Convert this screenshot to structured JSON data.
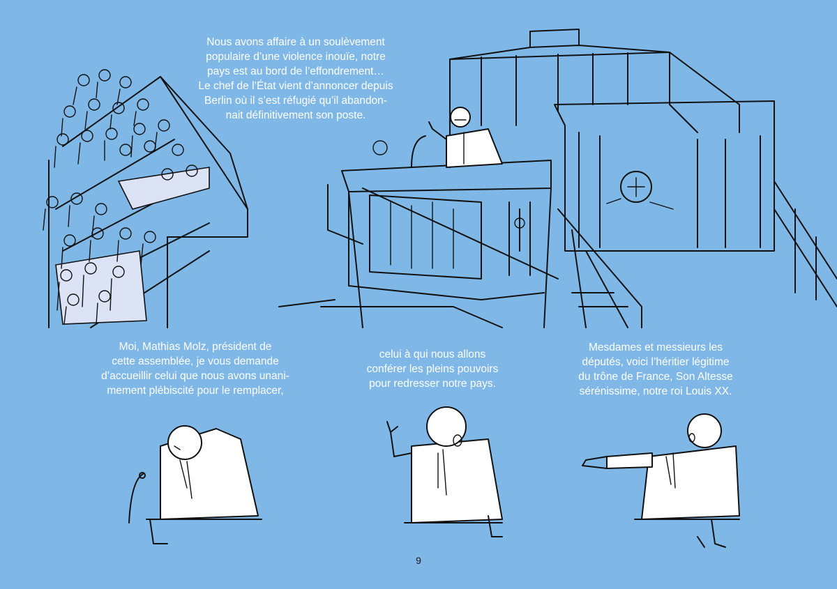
{
  "page": {
    "background": "#7fb7e6",
    "ink": "#111111",
    "text_color": "#ffffff",
    "page_number": "9"
  },
  "captions": {
    "top": [
      "Nous avons affaire à un soulèvement",
      "populaire d’une violence inouïe, notre",
      "pays est au bord de l’effondrement…",
      "Le chef de l’État vient d’annoncer depuis",
      "Berlin où il s’est réfugié qu’il abandon-",
      "nait définitivement son poste."
    ],
    "panel_1": [
      "Moi, Mathias Molz, président de",
      "cette assemblée, je vous demande",
      "d’accueillir celui que nous avons unani-",
      "mement plébiscité pour le remplacer,"
    ],
    "panel_2": [
      "celui à qui nous allons",
      "conférer les pleins pouvoirs",
      "pour redresser notre pays."
    ],
    "panel_3": [
      "Mesdames et messieurs les",
      "députés, voici l’héritier légitime",
      "du trône de France, Son Altesse",
      "sérénissime, notre roi Louis XX."
    ]
  }
}
